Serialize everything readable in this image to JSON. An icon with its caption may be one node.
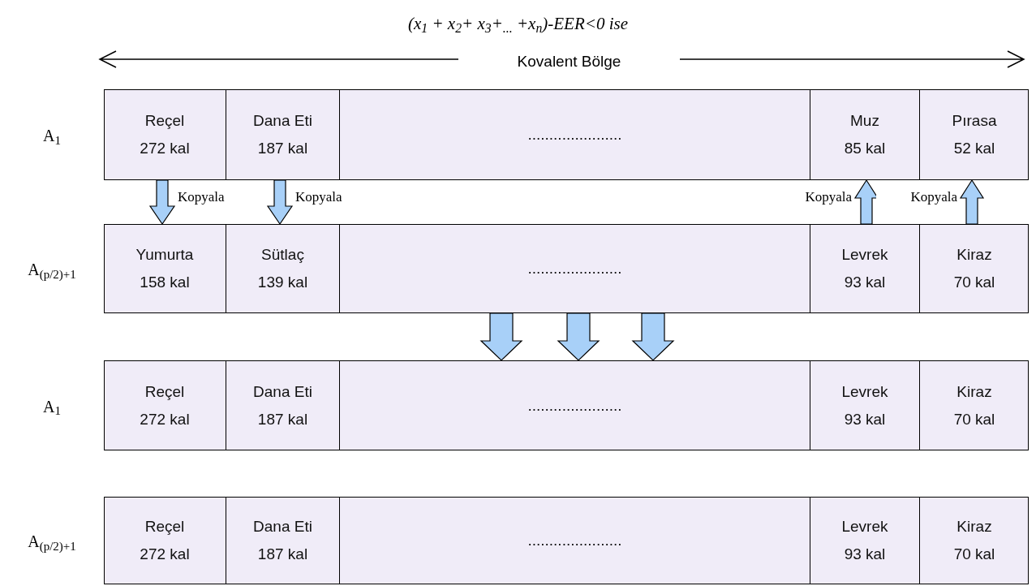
{
  "diagram": {
    "title": "(x$_{1}$ + x$_{2}$+ x$_{3}$+$_{...}$ +x$_{n}$)-EER<0 ise",
    "nodes": [
      {
        "text": [],
        "shape": "bar",
        "beside": [
          "A$_{1}$"
        ]
      },
      {
        "text": [
          "Reçel",
          "272 kal"
        ],
        "in": 0
      },
      {
        "text": [
          "Dana Eti",
          "187 kal"
        ],
        "in": 0
      },
      {
        "text": [
          "......................"
        ],
        "in": 0
      },
      {
        "text": [
          "Muz",
          "85 kal"
        ],
        "in": 0
      },
      {
        "text": [
          "Pırasa",
          "52 kal"
        ],
        "in": 0
      },
      {
        "text": [],
        "shape": "bar",
        "beside": [
          "A$_{(p/2)+1}$"
        ]
      },
      {
        "text": [
          "Yumurta",
          "158 kal"
        ],
        "in": 6
      },
      {
        "text": [
          "Sütlaç",
          "139 kal"
        ],
        "in": 6
      },
      {
        "text": [
          "......................"
        ],
        "in": 6
      },
      {
        "text": [
          "Levrek",
          "93 kal"
        ],
        "in": 6
      },
      {
        "text": [
          "Kiraz",
          "70 kal"
        ],
        "in": 6
      },
      {
        "text": [],
        "shape": "bar",
        "beside": [
          "A$_{1}$"
        ]
      },
      {
        "text": [
          "Reçel",
          "272 kal"
        ],
        "in": 12
      },
      {
        "text": [
          "Dana Eti",
          "187 kal"
        ],
        "in": 12
      },
      {
        "text": [
          "......................"
        ],
        "in": 12
      },
      {
        "text": [
          "Levrek",
          "93 kal"
        ],
        "in": 12
      },
      {
        "text": [
          "Kiraz",
          "70 kal"
        ],
        "in": 12
      },
      {
        "text": [],
        "shape": "bar",
        "beside": [
          "A$_{(p/2)+1}$"
        ]
      },
      {
        "text": [
          "Reçel",
          "272 kal"
        ],
        "in": 18
      },
      {
        "text": [
          "Dana Eti",
          "187 kal"
        ],
        "in": 18
      },
      {
        "text": [
          "......................"
        ],
        "in": 18
      },
      {
        "text": [
          "Levrek",
          "93 kal"
        ],
        "in": 18
      },
      {
        "text": [
          "Kiraz",
          "70 kal"
        ],
        "in": 18
      }
    ],
    "edges": [
      {
        "from": 1,
        "to": 7,
        "arrow": "to",
        "label": "Kopyala"
      },
      {
        "from": 2,
        "to": 8,
        "arrow": "to",
        "label": "Kopyala"
      },
      {
        "from": 10,
        "to": 4,
        "arrow": "to",
        "label": "Kopyala"
      },
      {
        "from": 11,
        "to": 5,
        "arrow": "to",
        "label": "Kopyala"
      },
      {
        "from": 9,
        "to": 15,
        "arrow": "to"
      },
      {
        "from": 9,
        "to": 15,
        "arrow": "to"
      },
      {
        "from": 9,
        "to": 15,
        "arrow": "to"
      }
    ],
    "labels": [
      "Kovalent Bölge"
    ]
  }
}
